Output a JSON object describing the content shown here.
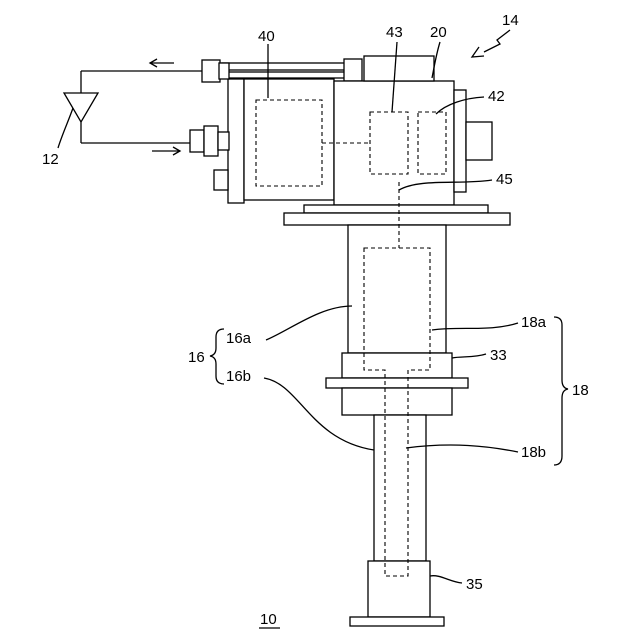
{
  "labels": {
    "device": "14",
    "housing": "20",
    "unit_left": "40",
    "unit_mid": "43",
    "unit_right": "42",
    "shaft_line": "45",
    "antenna": "12",
    "support": "16",
    "support_upper": "16a",
    "support_lower": "16b",
    "mast": "18",
    "mast_upper": "18a",
    "mast_lower": "18b",
    "flange": "33",
    "base": "35",
    "figure": "10"
  }
}
